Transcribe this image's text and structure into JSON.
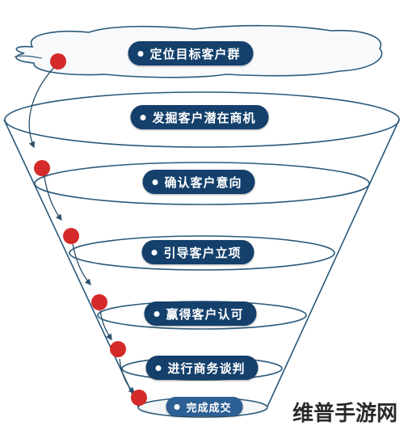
{
  "stages": [
    {
      "label": "定位目标客户群"
    },
    {
      "label": "发掘客户潜在商机"
    },
    {
      "label": "确认客户意向"
    },
    {
      "label": "引导客户立项"
    },
    {
      "label": "赢得客户认可"
    },
    {
      "label": "进行商务谈判"
    },
    {
      "label": "完成成交"
    }
  ],
  "watermark": "维普手游网",
  "colors": {
    "pill": "#14406b",
    "funnel_line": "#2a5a7a",
    "marker": "#d42a2a"
  },
  "icons": {
    "bullet": "bullet-dot-icon",
    "marker": "red-dot-marker-icon",
    "arrow": "arrow-icon"
  }
}
